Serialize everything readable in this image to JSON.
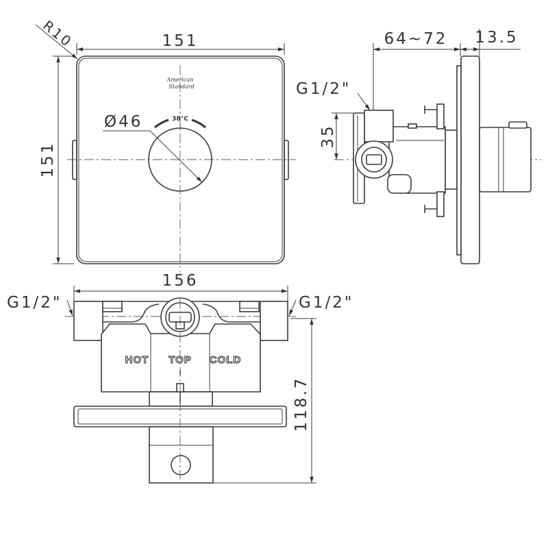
{
  "front_view": {
    "logo_line1": "American",
    "logo_line2": "Standard",
    "dial_temperature": "38°C",
    "dim_width": "151",
    "dim_height": "151",
    "dim_corner_radius": "R10",
    "dim_knob_diameter": "Ø46"
  },
  "side_view": {
    "dim_depth": "64~72",
    "dim_plate_thickness": "13.5",
    "dim_inlet_offset": "35",
    "inlet_thread": "G1/2\""
  },
  "bottom_view": {
    "dim_width": "156",
    "dim_height": "118.7",
    "inlet_left_thread": "G1/2\"",
    "inlet_right_thread": "G1/2\"",
    "label_hot": "HOT",
    "label_top": "TOP",
    "label_cold": "COLD"
  },
  "colors": {
    "line": "#3a3a3a",
    "background": "#ffffff"
  }
}
